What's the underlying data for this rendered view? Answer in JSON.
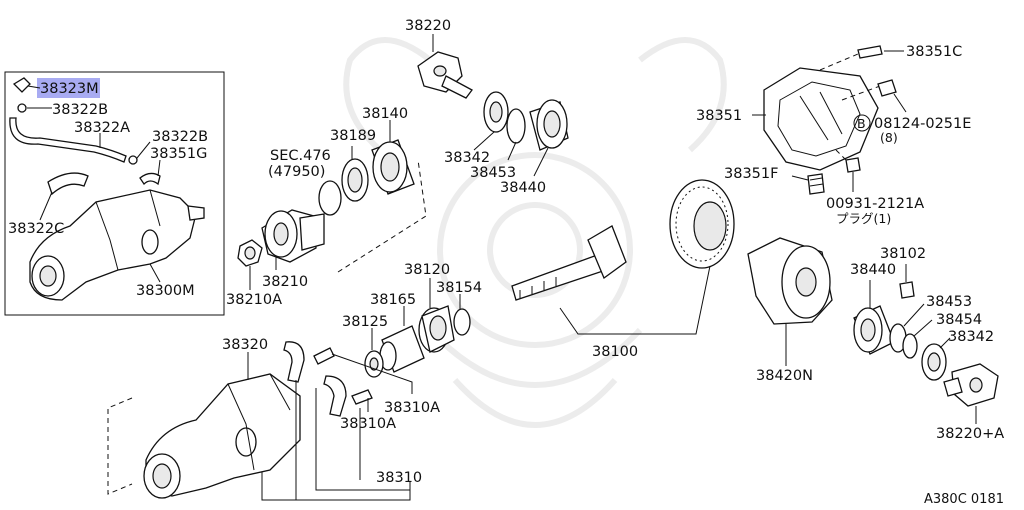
{
  "diagram_id": "A380C 0181",
  "highlight": {
    "color": "#8f94ee"
  },
  "inset": {
    "labels": {
      "p38323M": "38323M",
      "p38322B_top": "38322B",
      "p38322A": "38322A",
      "p38322B_right": "38322B",
      "p38351G": "38351G",
      "p38322C": "38322C",
      "p38300M": "38300M"
    }
  },
  "labels": {
    "p38220": "38220",
    "p38140": "38140",
    "p38189": "38189",
    "sec_ref": "SEC.476",
    "sec_ref_sub": "(47950)",
    "p38342_top": "38342",
    "p38453_top": "38453",
    "p38440_top": "38440",
    "p38210": "38210",
    "p38210A": "38210A",
    "p38120": "38120",
    "p38165": "38165",
    "p38154": "38154",
    "p38125": "38125",
    "p38320": "38320",
    "p38310A_a": "38310A",
    "p38310A_b": "38310A",
    "p38310": "38310",
    "p38100": "38100",
    "p38351C": "38351C",
    "p38351": "38351",
    "bolt_code": "08124-0251E",
    "bolt_qty": "(8)",
    "bolt_marker": "B",
    "p38351F": "38351F",
    "plug_code": "00931-2121A",
    "plug_qty": "プラグ(1)",
    "p38102": "38102",
    "p38440_right": "38440",
    "p38453_right": "38453",
    "p38454": "38454",
    "p38342_right": "38342",
    "p38420N": "38420N",
    "p38220A": "38220+A"
  }
}
